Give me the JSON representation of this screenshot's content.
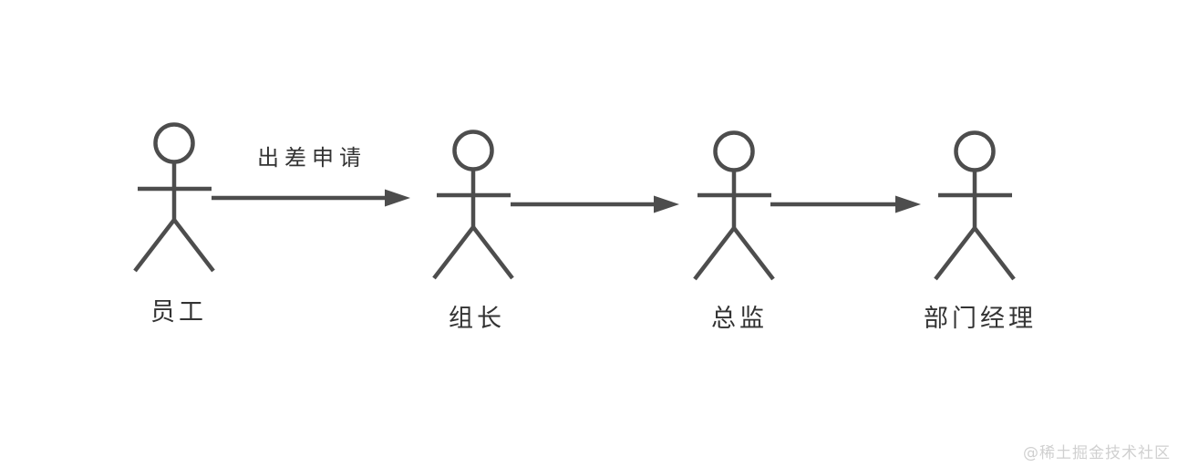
{
  "diagram": {
    "actors": [
      {
        "label": "员工"
      },
      {
        "label": "组长"
      },
      {
        "label": "总监"
      },
      {
        "label": "部门经理"
      }
    ],
    "flow_label": "出差申请"
  },
  "watermark": {
    "text": "@稀土掘金技术社区"
  },
  "colors": {
    "stroke": "#4d4d4d",
    "label": "#333333",
    "watermark": "#d0d0d0"
  }
}
